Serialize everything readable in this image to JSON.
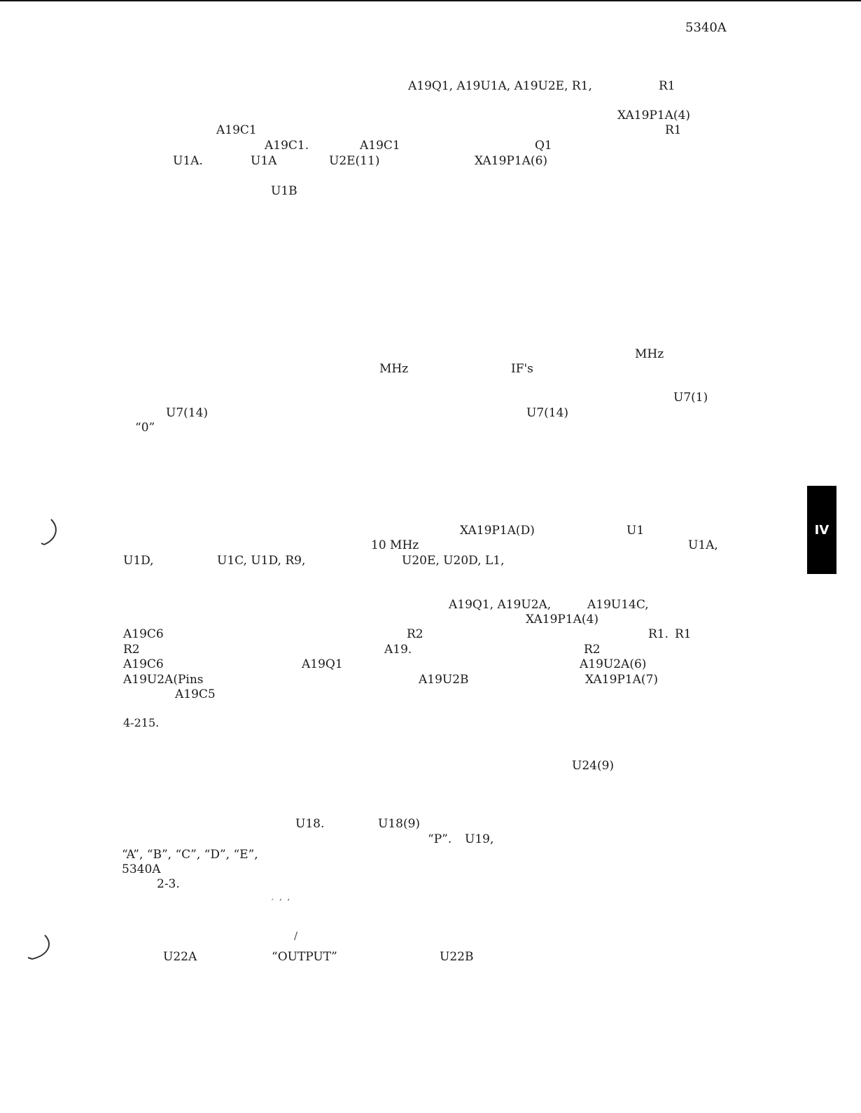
{
  "header": {
    "model": "5340A"
  },
  "tab": {
    "label": "IV"
  },
  "fragments": {
    "p1_a19q1": "A19Q1, A19U1A, A19U2E, R1,",
    "p1_r1": "R1",
    "p1_xa19p1a4": "XA19P1A(4)",
    "p1_a19c1": "A19C1",
    "p1_r1b": "R1",
    "p1_a19c1b": "A19C1.",
    "p1_a19c1c": "A19C1",
    "p1_q1": "Q1",
    "p1_u1a": "U1A.",
    "p1_u1a2": "U1A",
    "p1_u2e11": "U2E(11)",
    "p1_xa19p1a6": "XA19P1A(6)",
    "p1_u1b": "U1B",
    "p2_mhz1": "MHz",
    "p2_mhz2": "MHz",
    "p2_ifs": "IF's",
    "p2_u7_1": "U7(1)",
    "p2_u7_14a": "U7(14)",
    "p2_u7_14b": "U7(14)",
    "p2_zero": "“0”",
    "p3_xa19p1ad": "XA19P1A(D)",
    "p3_u1": "U1",
    "p3_10mhz": "10 MHz",
    "p3_u1a": "U1A,",
    "p3_u1d": "U1D,",
    "p3_u1c": "U1C, U1D, R9,",
    "p3_u20e": "U20E, U20D, L1,",
    "p4_a19q1": "A19Q1, A19U2A,",
    "p4_a19u14c": "A19U14C,",
    "p4_xa19p1a4": "XA19P1A(4)",
    "p4_a19c6": "A19C6",
    "p4_r2": "R2",
    "p4_r1": "R1.",
    "p4_r1b": "R1",
    "p4_r2b": "R2",
    "p4_a19": "A19.",
    "p4_r2c": "R2",
    "p4_a19c6b": "A19C6",
    "p4_a19q1b": "A19Q1",
    "p4_a19u2a6": "A19U2A(6)",
    "p4_a19u2apins": "A19U2A(Pins",
    "p4_a19u2b": "A19U2B",
    "p4_xa19p1a7": "XA19P1A(7)",
    "p4_a19c5": "A19C5",
    "p5_para": "4-215.",
    "p5_u24_9": "U24(9)",
    "p6_u18": "U18.",
    "p6_u18_9": "U18(9)",
    "p6_p": "“P”.",
    "p6_u19": "U19,",
    "p6_abcde": "“A”, “B”, “C”, “D”, “E”,",
    "p6_5340a": "5340A",
    "p6_23": "2-3.",
    "p7_u22a": "U22A",
    "p7_output": "“OUTPUT”",
    "p7_u22b": "U22B"
  }
}
